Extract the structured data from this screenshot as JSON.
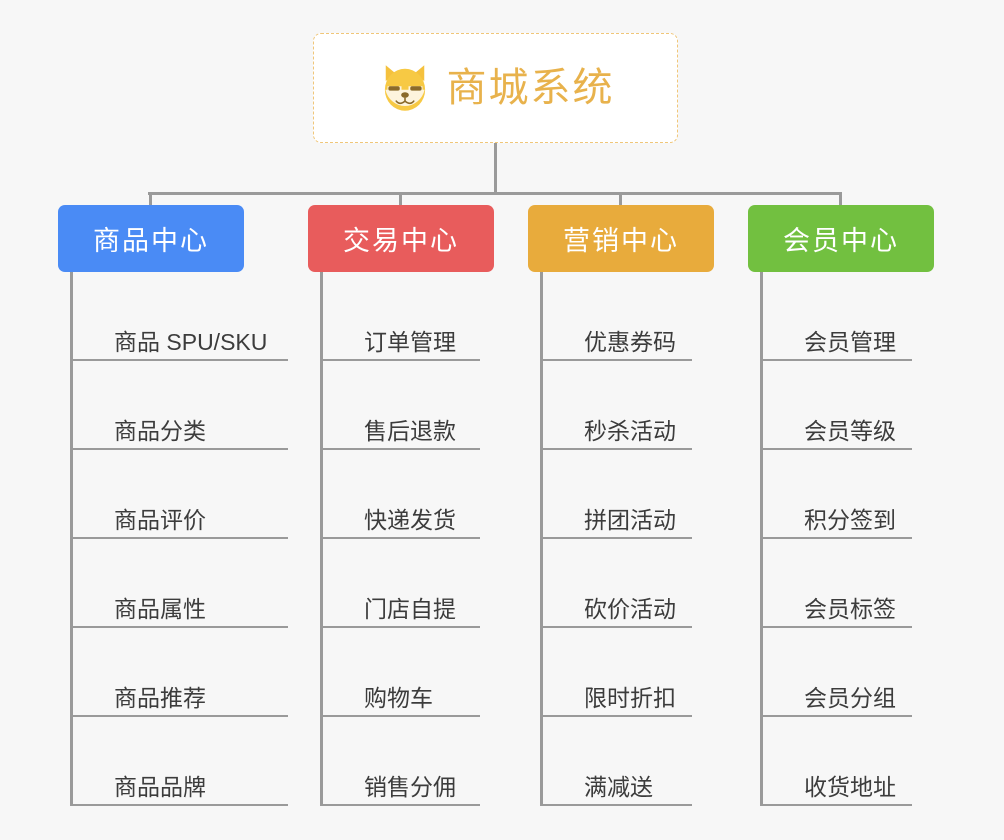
{
  "background_color": "#f7f7f7",
  "root": {
    "title": "商城系统",
    "icon": "shiba-dog-icon",
    "title_color": "#e8b24c",
    "border_color": "#f0c678",
    "background": "#ffffff"
  },
  "line_color": "#9a9a9a",
  "columns": [
    {
      "title": "商品中心",
      "color": "#4a8bf5",
      "items": [
        "商品 SPU/SKU",
        "商品分类",
        "商品评价",
        "商品属性",
        "商品推荐",
        "商品品牌"
      ]
    },
    {
      "title": "交易中心",
      "color": "#e85c5c",
      "items": [
        "订单管理",
        "售后退款",
        "快递发货",
        "门店自提",
        "购物车",
        "销售分佣"
      ]
    },
    {
      "title": "营销中心",
      "color": "#e8ab3c",
      "items": [
        "优惠券码",
        "秒杀活动",
        "拼团活动",
        "砍价活动",
        "限时折扣",
        "满减送"
      ]
    },
    {
      "title": "会员中心",
      "color": "#72c040",
      "items": [
        "会员管理",
        "会员等级",
        "积分签到",
        "会员标签",
        "会员分组",
        "收货地址"
      ]
    }
  ]
}
